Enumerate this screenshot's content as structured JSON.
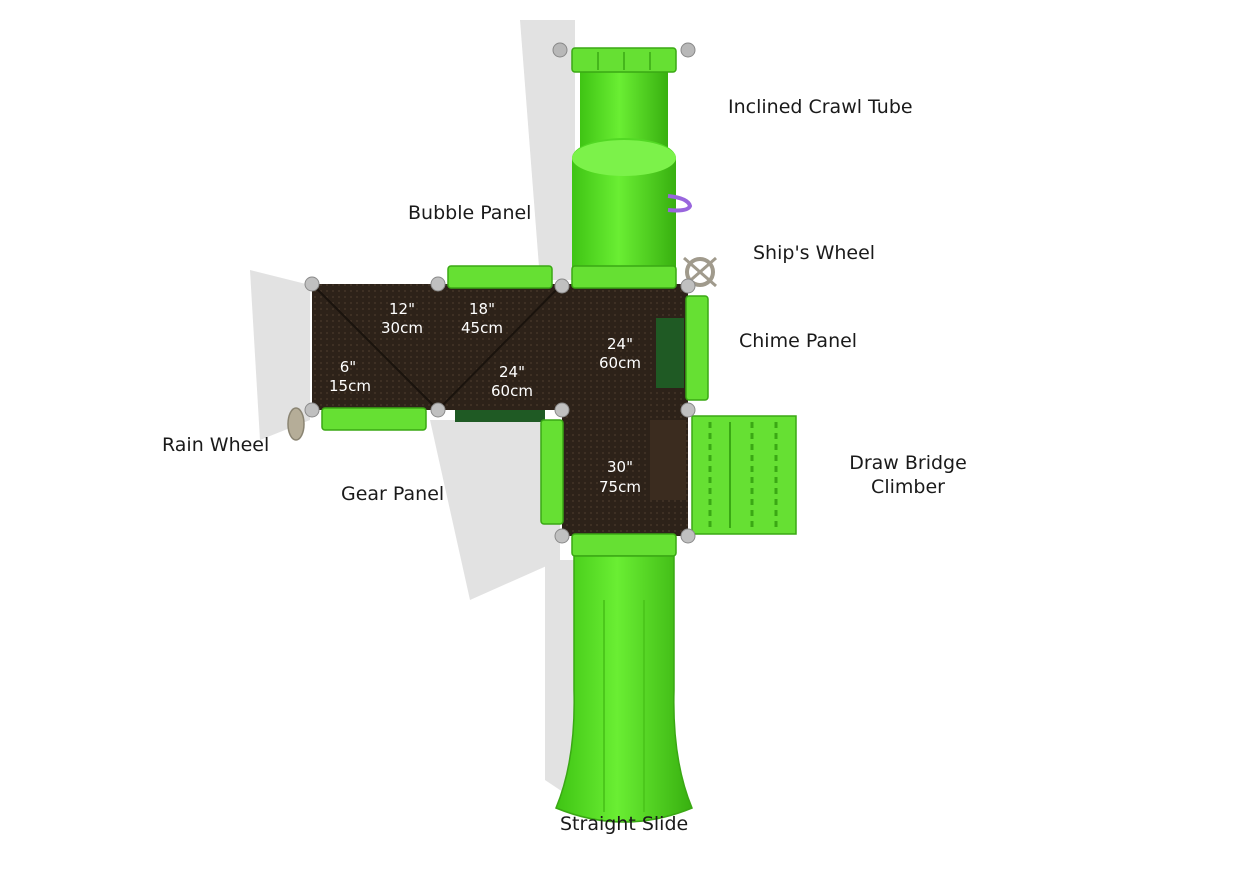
{
  "colors": {
    "slide_green": "#55dd22",
    "slide_green_dark": "#3aa814",
    "panel_green": "#66e033",
    "deck_brown": "#2d2219",
    "post_gray": "#b8b8b8",
    "accent_purple": "#9966dd",
    "shadow": "#dcdcdc"
  },
  "labels": {
    "crawl_tube": "Inclined Crawl Tube",
    "bubble_panel": "Bubble Panel",
    "ships_wheel": "Ship's Wheel",
    "chime_panel": "Chime Panel",
    "rain_wheel": "Rain Wheel",
    "gear_panel": "Gear Panel",
    "draw_bridge_line1": "Draw Bridge",
    "draw_bridge_line2": "Climber",
    "straight_slide": "Straight Slide"
  },
  "deck_heights": [
    {
      "inches": "12\"",
      "cm": "30cm"
    },
    {
      "inches": "6\"",
      "cm": "15cm"
    },
    {
      "inches": "18\"",
      "cm": "45cm"
    },
    {
      "inches": "24\"",
      "cm": "60cm"
    },
    {
      "inches": "24\"",
      "cm": "60cm"
    },
    {
      "inches": "30\"",
      "cm": "75cm"
    }
  ],
  "icons": {
    "ships_wheel": "ships-wheel-icon",
    "rain_wheel": "rain-wheel-icon"
  }
}
